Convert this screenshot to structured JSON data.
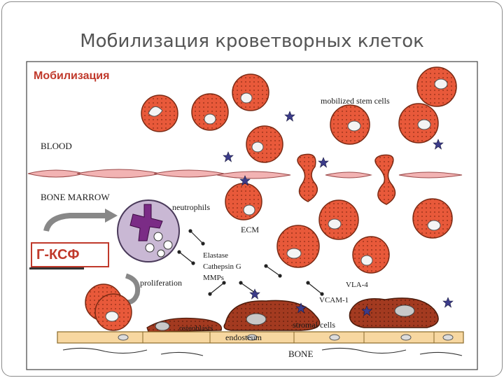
{
  "slide": {
    "title": "Мобилизация кроветворных клеток",
    "corner_label": "Мобилизация",
    "gcsf_label": "Г-КСФ"
  },
  "diagram": {
    "labels": {
      "blood": "BLOOD",
      "bone_marrow": "BONE MARROW",
      "mobilized": "mobilized stem cells",
      "neutrophils": "neutrophils",
      "ecm": "ECM",
      "elastase": "Elastase",
      "cathepsin": "Cathepsin G",
      "mmps": "MMPs",
      "proliferation": "proliferation",
      "vla4": "VLA-4",
      "vcam1": "VCAM-1",
      "osteoblasts": "osteoblasts",
      "stromal": "stromal cells",
      "endosteum": "endosteum",
      "bone": "BONE"
    },
    "colors": {
      "stem_cell": "#e8593a",
      "nucleus": "#f4f4f4",
      "vessel": "#f2b3b3",
      "stromal": "#a33a20",
      "bone": "#f7d7a0",
      "neutrophil_body": "#c9b8d4",
      "neutrophil_nucleus": "#7b2c86",
      "star": "#3c3c8a",
      "gcsf": "#c0392b"
    }
  }
}
